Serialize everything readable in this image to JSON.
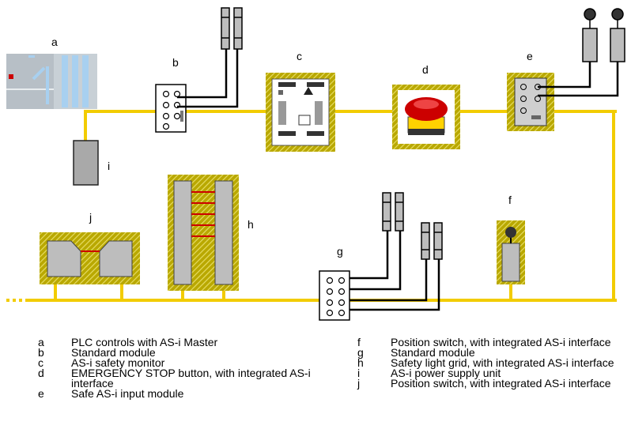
{
  "diagram": {
    "labels": {
      "a": "a",
      "b": "b",
      "c": "c",
      "d": "d",
      "e": "e",
      "f": "f",
      "g": "g",
      "h": "h",
      "i": "i",
      "j": "j"
    },
    "colors": {
      "bus": "#f2cc00",
      "hatch_bg": "#b9a800",
      "hatch_line": "#e6dc66",
      "device_grey": "#bdbdbd",
      "plc_grey": "#c8d0d6",
      "plc_accent": "#a8d0f0",
      "estop_red": "#cc0000",
      "estop_yellow": "#ffd200",
      "light_beam": "#cc0000"
    }
  },
  "legend": {
    "left": [
      {
        "key": "a",
        "text": "PLC controls with AS-i Master"
      },
      {
        "key": "b",
        "text": "Standard module"
      },
      {
        "key": "c",
        "text": "AS-i safety monitor"
      },
      {
        "key": "d",
        "text": "EMERGENCY STOP button, with integrated AS-i interface"
      },
      {
        "key": "e",
        "text": "Safe AS-i input module"
      }
    ],
    "right": [
      {
        "key": "f",
        "text": "Position switch, with integrated AS-i interface"
      },
      {
        "key": "g",
        "text": "Standard module"
      },
      {
        "key": "h",
        "text": "Safety light grid, with integrated AS-i interface"
      },
      {
        "key": "i",
        "text": "AS-i power supply unit"
      },
      {
        "key": "j",
        "text": "Position switch, with integrated AS-i interface"
      }
    ]
  }
}
